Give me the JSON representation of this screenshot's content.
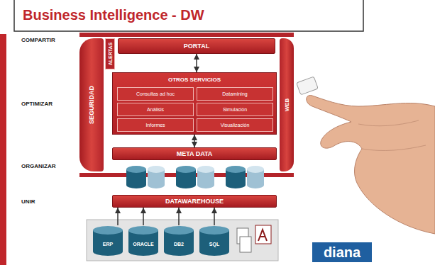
{
  "diagram": {
    "title": "Business Intelligence - DW",
    "nodes": [
      {
        "text": [
          "SEGURIDAD"
        ]
      },
      {
        "text": [
          "ALERTAS"
        ]
      },
      {
        "text": [
          "PORTAL"
        ]
      },
      {
        "text": [
          "OTROS SERVICIOS"
        ]
      },
      {
        "text": [
          "Consultas ad hoc"
        ],
        "in": 3
      },
      {
        "text": [
          "Datamining"
        ],
        "in": 3
      },
      {
        "text": [
          "Análisis"
        ],
        "in": 3
      },
      {
        "text": [
          "Simulación"
        ],
        "in": 3
      },
      {
        "text": [
          "Informes"
        ],
        "in": 3
      },
      {
        "text": [
          "Visualización"
        ],
        "in": 3
      },
      {
        "text": [
          "WEB"
        ]
      },
      {
        "text": [
          "META DATA"
        ]
      },
      {
        "text": [
          "DATAWAREHOUSE"
        ]
      },
      {
        "text": [
          "ERP"
        ]
      },
      {
        "text": [
          "ORACLE"
        ]
      },
      {
        "text": [
          "DB2"
        ]
      },
      {
        "text": [
          "SQL"
        ]
      }
    ],
    "edges": [
      {
        "from": 2,
        "to": 3,
        "arrow": "both"
      },
      {
        "from": 3,
        "to": 11,
        "arrow": "both"
      },
      {
        "from": 13,
        "to": 12,
        "arrow": "to"
      },
      {
        "from": 14,
        "to": 12,
        "arrow": "to"
      },
      {
        "from": 15,
        "to": 12,
        "arrow": "to"
      },
      {
        "from": 16,
        "to": 12,
        "arrow": "to"
      }
    ],
    "labels": [
      "COMPARTIR",
      "OPTIMIZAR",
      "ORGANIZAR",
      "UNIR",
      "diana"
    ]
  }
}
